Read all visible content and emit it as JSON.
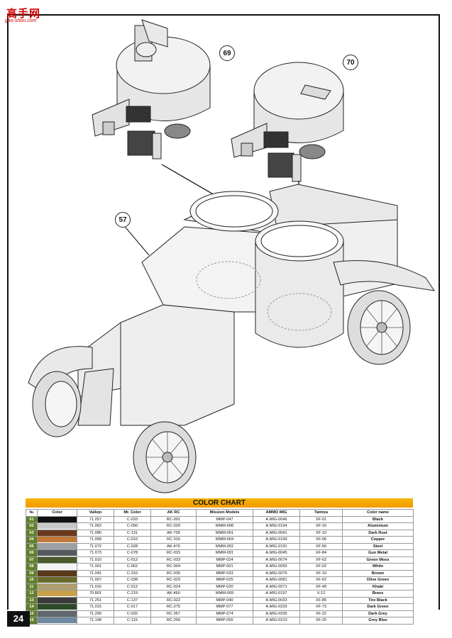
{
  "watermark": {
    "main": "高手网",
    "sub": "gao-shou.com"
  },
  "callouts": {
    "c69": "69",
    "c70": "70",
    "c57": "57"
  },
  "color_chart": {
    "title": "COLOR CHART",
    "headers": [
      "№",
      "Color",
      "Vallejo",
      "Mr. Color",
      "AK RC",
      "Mission Models",
      "AMMO MIG",
      "Tamiya",
      "Color name"
    ],
    "rows": [
      {
        "no": "01",
        "color": "#111111",
        "vallejo": "71.057",
        "mrcolor": "C-033",
        "akrc": "RC-001",
        "mission": "MMP-047",
        "ammo": "A.MIG-0046",
        "tamiya": "XF-01",
        "name": "Black"
      },
      {
        "no": "02",
        "color": "#c8c8c8",
        "vallejo": "71.062",
        "mrcolor": "C-090",
        "akrc": "RC-020",
        "mission": "MMM-008",
        "ammo": "A.MIG-0194",
        "tamiya": "XF-16",
        "name": "Aluminium"
      },
      {
        "no": "03",
        "color": "#6b3a1e",
        "vallejo": "71.080",
        "mrcolor": "C-131",
        "akrc": "AK-709",
        "mission": "MMM-001",
        "ammo": "A.MIG-0041",
        "tamiya": "XF-10",
        "name": "Dark Rust"
      },
      {
        "no": "04",
        "color": "#c07838",
        "vallejo": "71.068",
        "mrcolor": "C-010",
        "akrc": "RC 016",
        "mission": "MMM-004",
        "ammo": "A.MIG-0199",
        "tamiya": "XF-06",
        "name": "Copper"
      },
      {
        "no": "05",
        "color": "#9aa0a6",
        "vallejo": "71.072",
        "mrcolor": "C-028",
        "akrc": "AK-476",
        "mission": "MMM-002",
        "ammo": "A.MIG-0191",
        "tamiya": "XF-56",
        "name": "Steel"
      },
      {
        "no": "06",
        "color": "#55585c",
        "vallejo": "71.073",
        "mrcolor": "C-078",
        "akrc": "RC-015",
        "mission": "MMM-001",
        "ammo": "A.MIG-0045",
        "tamiya": "XF-84",
        "name": "Gun Metal"
      },
      {
        "no": "07",
        "color": "#4b5a2a",
        "vallejo": "71.010",
        "mrcolor": "C-012",
        "akrc": "RC-033",
        "mission": "MMP-024",
        "ammo": "A.MIG-0074",
        "tamiya": "XF-62",
        "name": "Green Moss"
      },
      {
        "no": "08",
        "color": "#f4f4f4",
        "vallejo": "71.001",
        "mrcolor": "C-062",
        "akrc": "RC-004",
        "mission": "MMP-001",
        "ammo": "A.MIG-0050",
        "tamiya": "XF-02",
        "name": "White"
      },
      {
        "no": "09",
        "color": "#5a3a1a",
        "vallejo": "71.041",
        "mrcolor": "C-310",
        "akrc": "RC-035",
        "mission": "MMP-033",
        "ammo": "A.MIG-0076",
        "tamiya": "XF-10",
        "name": "Brown"
      },
      {
        "no": "10",
        "color": "#6a6a2c",
        "vallejo": "71.007",
        "mrcolor": "C-038",
        "akrc": "RC-023",
        "mission": "MMP-025",
        "ammo": "A.MIG-0081",
        "tamiya": "XF-62",
        "name": "Olive Green"
      },
      {
        "no": "11",
        "color": "#b0a070",
        "vallejo": "71.016",
        "mrcolor": "C-012",
        "akrc": "RC-024",
        "mission": "MMP-020",
        "ammo": "A.MIG-0071",
        "tamiya": "XF-49",
        "name": "Khaki"
      },
      {
        "no": "12",
        "color": "#c8a048",
        "vallejo": "70.801",
        "mrcolor": "C-219",
        "akrc": "AK-460",
        "mission": "MMM-009",
        "ammo": "A.MIG-0197",
        "tamiya": "X-12",
        "name": "Brass"
      },
      {
        "no": "13",
        "color": "#3a3a3a",
        "vallejo": "71.251",
        "mrcolor": "C-137",
        "akrc": "RC-022",
        "mission": "MMP-040",
        "ammo": "A.MIG-0033",
        "tamiya": "XF-85",
        "name": "Tire Black"
      },
      {
        "no": "14",
        "color": "#2c4a28",
        "vallejo": "71.015",
        "mrcolor": "C-017",
        "akrc": "RC-275",
        "mission": "MMP-077",
        "ammo": "A.MIG-0233",
        "tamiya": "XF-73",
        "name": "Dark Green"
      },
      {
        "no": "15",
        "color": "#60676d",
        "vallejo": "71.299",
        "mrcolor": "C-032",
        "akrc": "RC 057",
        "mission": "MMP-074",
        "ammo": "A.MIG-0235",
        "tamiya": "XF-22",
        "name": "Dark Grey"
      },
      {
        "no": "16",
        "color": "#6f8aa0",
        "vallejo": "71.108",
        "mrcolor": "C-115",
        "akrc": "RC-256",
        "mission": "MMP-055",
        "ammo": "A.MIG-0210",
        "tamiya": "XF-25",
        "name": "Grey Blue"
      }
    ]
  },
  "page_number": "24"
}
